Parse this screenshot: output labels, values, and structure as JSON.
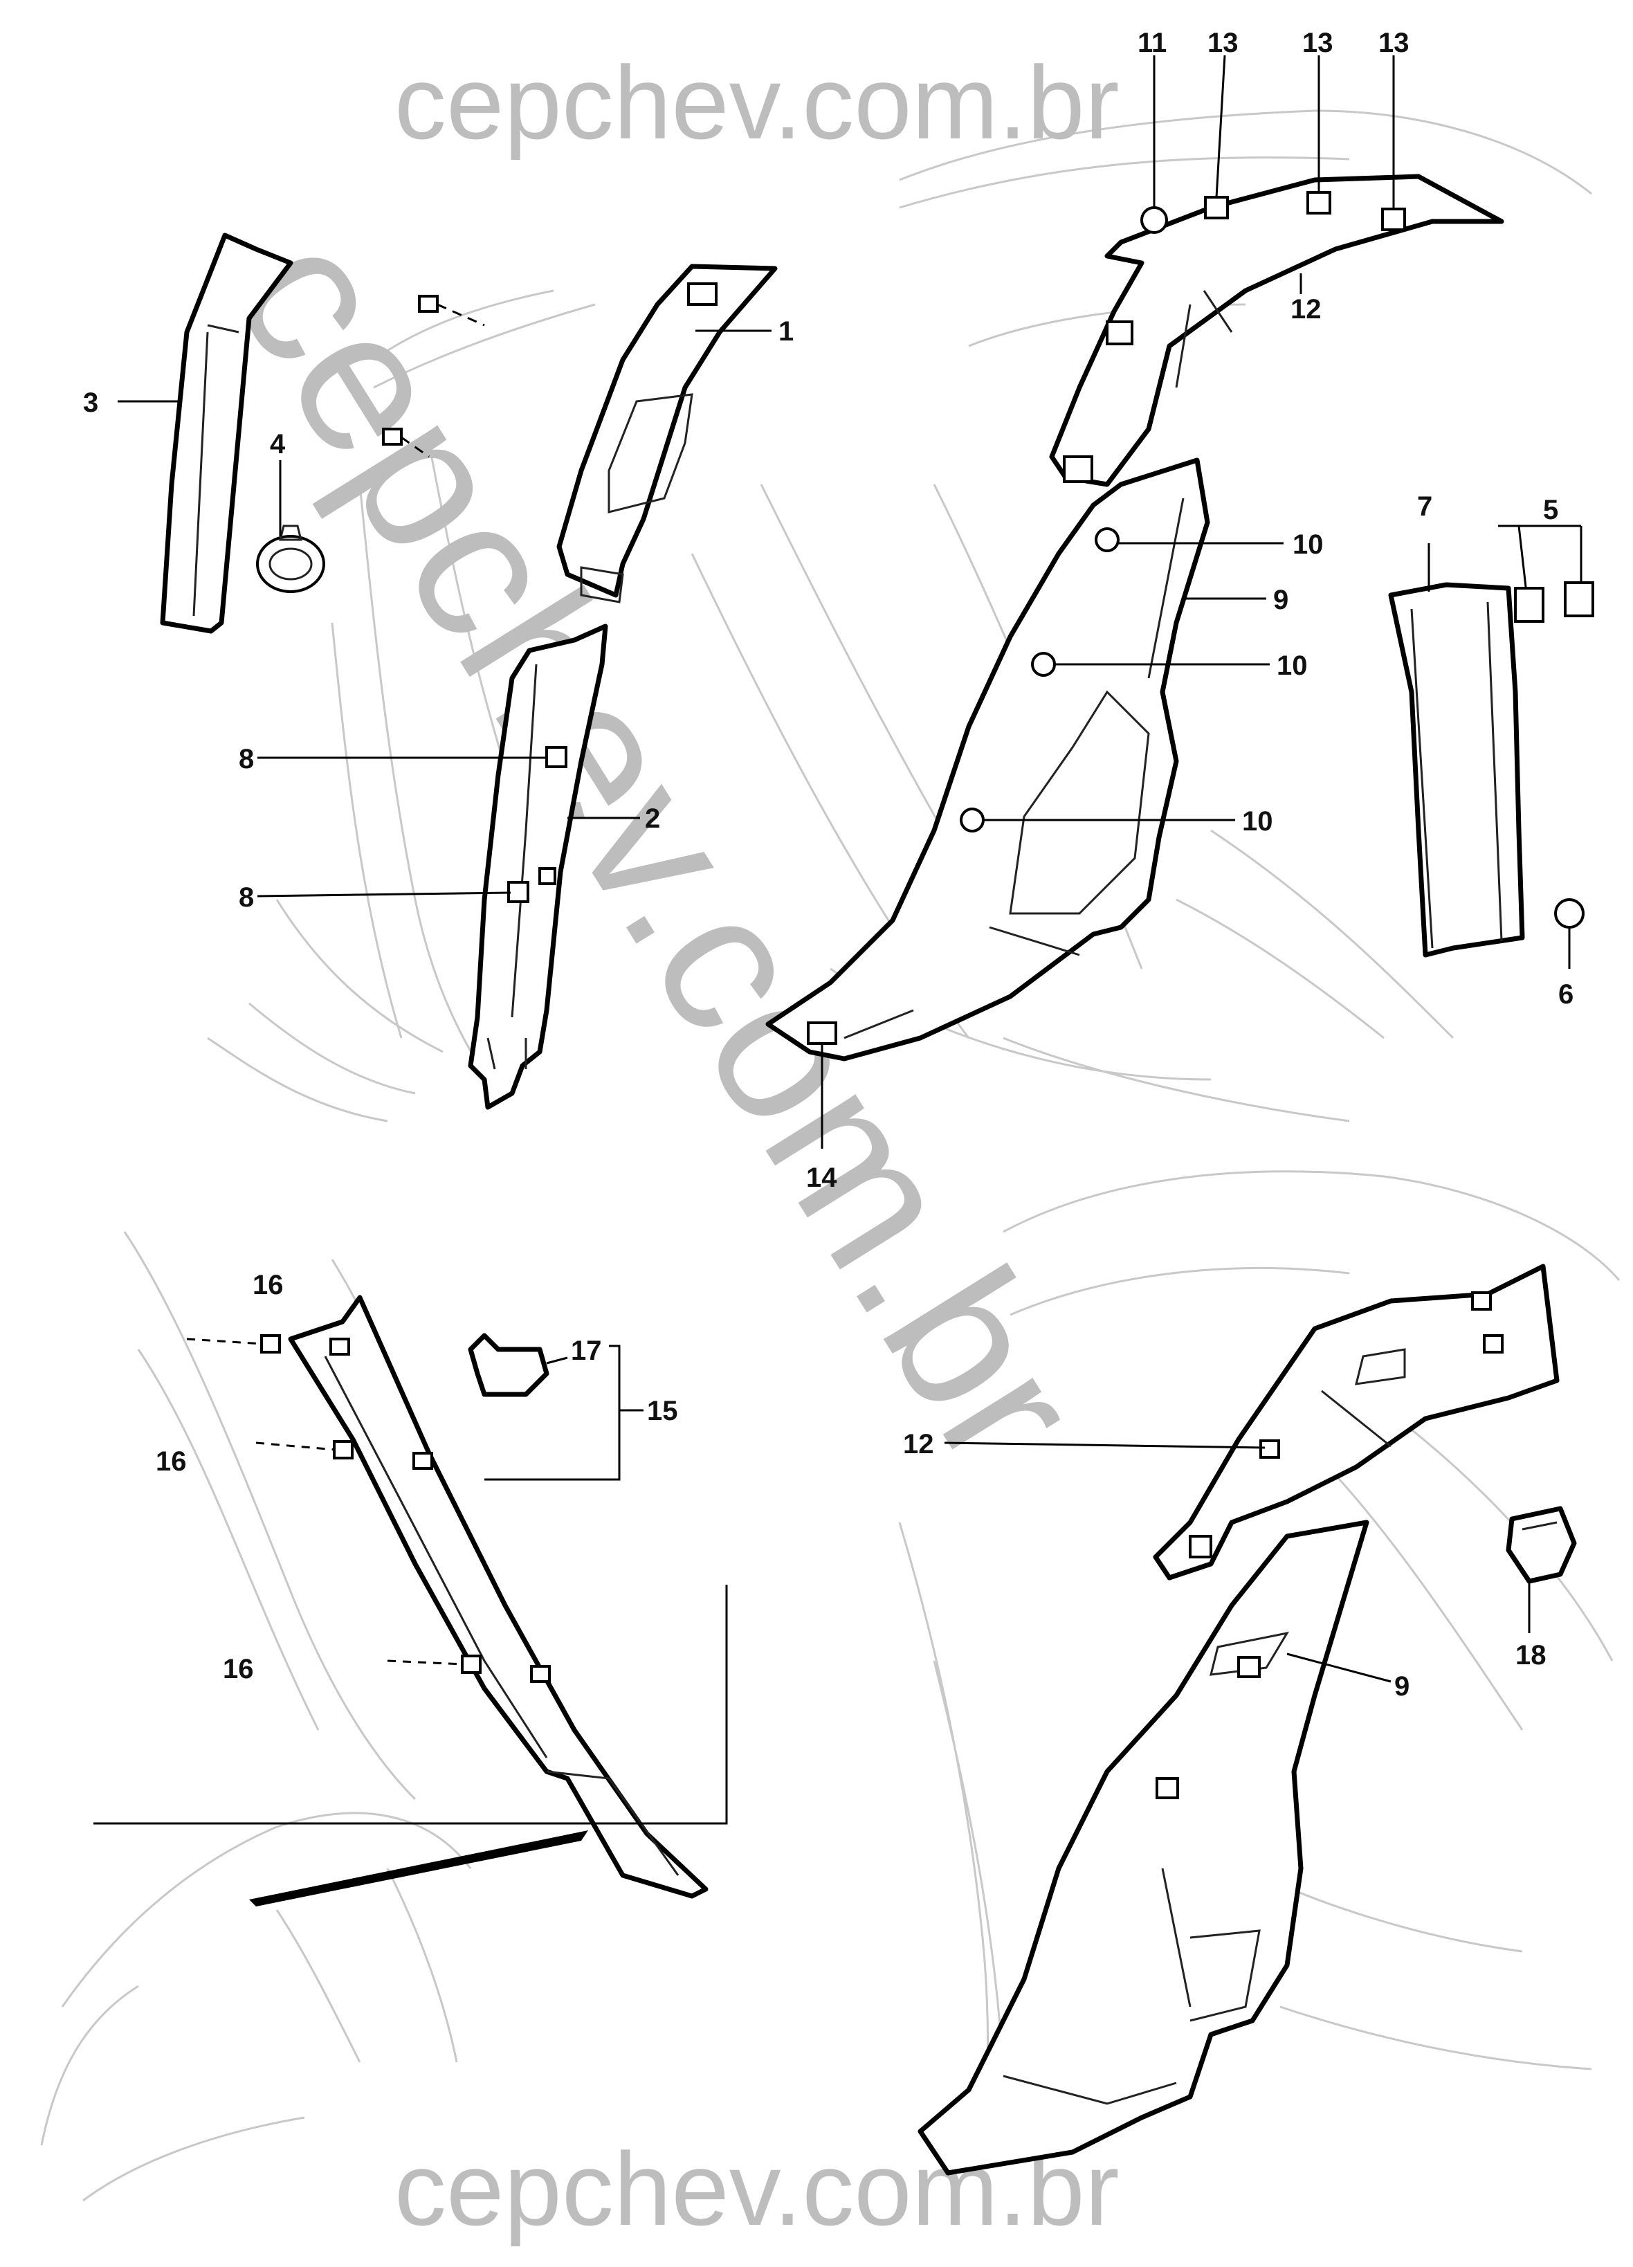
{
  "watermark": {
    "top": "cepchev.com.br",
    "bottom": "cepchev.com.br",
    "diagonal": "cepchev.com.br",
    "color": "#bdbdbd"
  },
  "callouts": {
    "c1": "1",
    "c2": "2",
    "c3": "3",
    "c4": "4",
    "c5": "5",
    "c6": "6",
    "c7": "7",
    "c8a": "8",
    "c8b": "8",
    "c9a": "9",
    "c9b": "9",
    "c10a": "10",
    "c10b": "10",
    "c10c": "10",
    "c11": "11",
    "c12a": "12",
    "c12b": "12",
    "c13a": "13",
    "c13b": "13",
    "c13c": "13",
    "c14": "14",
    "c15": "15",
    "c16a": "16",
    "c16b": "16",
    "c16c": "16",
    "c17": "17",
    "c18": "18"
  },
  "colors": {
    "ink": "#000000",
    "ghost": "#c8c8c8",
    "background": "#ffffff"
  }
}
